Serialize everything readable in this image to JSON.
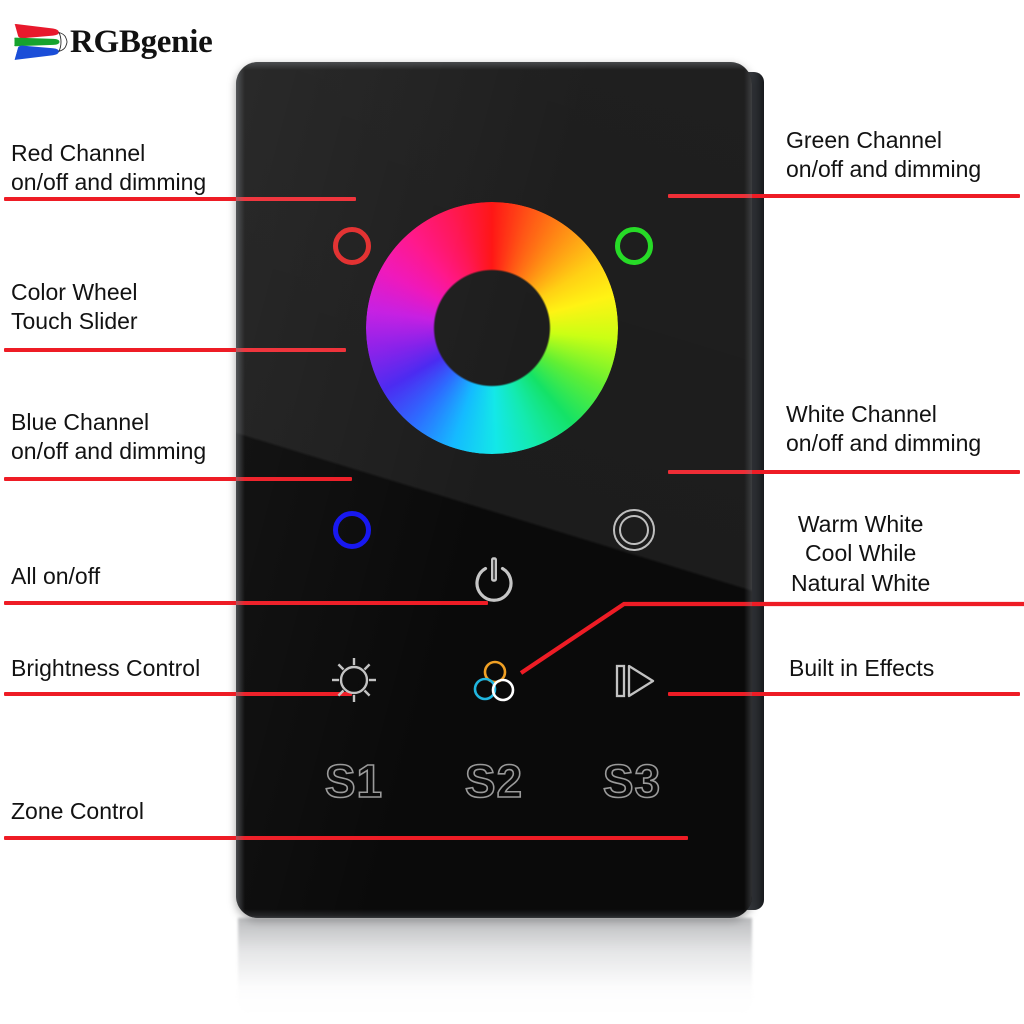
{
  "brand": {
    "name": "RGBgenie",
    "logo_icon": "rgb-wedges-logo-icon",
    "colors": {
      "red": "#e8192c",
      "green": "#16a32e",
      "blue": "#1b4ed8"
    }
  },
  "theme": {
    "leader_color": "#ee1c25",
    "label_color": "#121212",
    "panel_color": "#0a0a0a",
    "page_background": "#ffffff"
  },
  "device": {
    "name": "RGBW touch wall panel",
    "controls": {
      "red_channel": {
        "icon": "red-ring-icon",
        "color": "#e01b1b"
      },
      "green_channel": {
        "icon": "green-ring-icon",
        "color": "#14d814"
      },
      "blue_channel": {
        "icon": "blue-ring-icon",
        "color": "#1414f0"
      },
      "white_channel": {
        "icon": "white-double-ring-icon",
        "color": "#b9b9b9"
      },
      "color_wheel": {
        "icon": "color-wheel-ring-icon"
      },
      "all_onoff": {
        "icon": "power-icon",
        "color": "#c9c9c9"
      },
      "brightness": {
        "icon": "sun-brightness-icon",
        "color": "#c9c9c9"
      },
      "white_blend": {
        "icon": "three-circles-white-blend-icon",
        "circle_colors": [
          "#f0a024",
          "#21b6e0",
          "#ffffff"
        ]
      },
      "effects": {
        "icon": "play-effects-icon",
        "color": "#c9c9c9"
      }
    },
    "zone_buttons": [
      {
        "label": "S1",
        "name": "zone-button-s1"
      },
      {
        "label": "S2",
        "name": "zone-button-s2"
      },
      {
        "label": "S3",
        "name": "zone-button-s3"
      }
    ]
  },
  "callouts": {
    "left": [
      {
        "id": "red-channel",
        "text": "Red Channel\non/off and dimming"
      },
      {
        "id": "color-wheel",
        "text": "Color Wheel\nTouch Slider"
      },
      {
        "id": "blue-channel",
        "text": "Blue Channel\non/off and dimming"
      },
      {
        "id": "all-onoff",
        "text": "All on/off"
      },
      {
        "id": "brightness",
        "text": "Brightness Control"
      },
      {
        "id": "zone-control",
        "text": "Zone Control"
      }
    ],
    "right": [
      {
        "id": "green-channel",
        "text": "Green Channel\non/off and dimming"
      },
      {
        "id": "white-channel",
        "text": "White Channel\non/off and dimming"
      },
      {
        "id": "white-blend",
        "text": "Warm White\nCool While\nNatural White"
      },
      {
        "id": "built-in-effects",
        "text": "Built in Effects"
      }
    ]
  }
}
